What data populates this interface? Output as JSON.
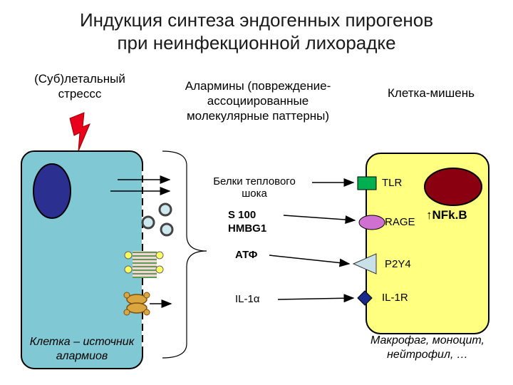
{
  "title": "Индукция синтеза эндогенных пирогенов при неинфекционной лихорадке",
  "headers": {
    "stress": "(Суб)летальный стресcс",
    "alarmins": "Алармины (повреждение-ассоциированные молекулярные паттерны)",
    "target_cell": "Клетка-мишень"
  },
  "molecules": {
    "hsp": "Белки теплового шока",
    "s100": "S 100",
    "hmbg1": "HMBG1",
    "atp": "АТФ",
    "il1a": "IL-1α"
  },
  "receptors": {
    "tlr": "TLR",
    "rage": "RAGE",
    "p2y4": "P2Y4",
    "il1r": "IL-1R"
  },
  "nfkb": "NFk.B",
  "nfkb_arrow": "↑",
  "source_cell_caption": "Клетка – источник алармиов",
  "target_cell_caption": "Макрофаг, моноцит, нейтрофил, …",
  "colors": {
    "source_cell_fill": "#80c8d4",
    "source_nucleus": "#2b2f8f",
    "target_cell_fill": "#ffff80",
    "target_nucleus": "#8b0010",
    "tlr": "#00b050",
    "rage": "#d070d0",
    "p2y4": "#c8e0e8",
    "il1r": "#1a2a8a",
    "lightning": "#e8001c"
  }
}
